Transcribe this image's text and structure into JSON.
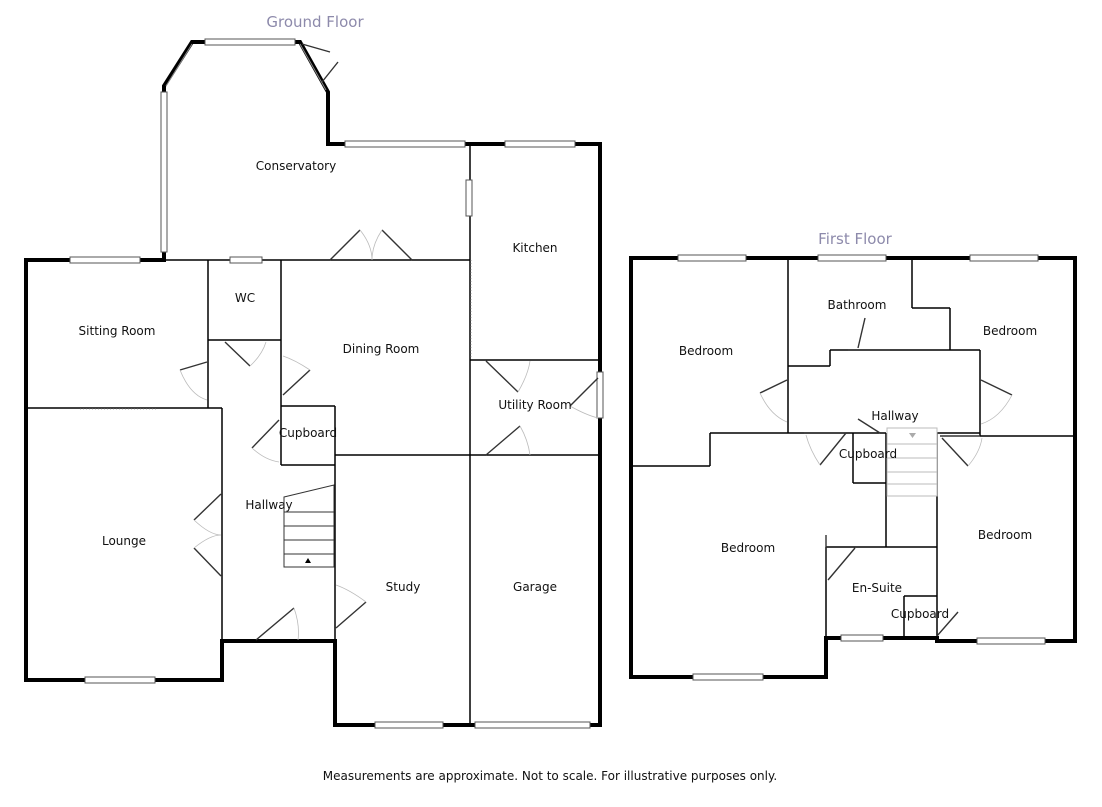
{
  "ground_floor": {
    "title": "Ground Floor",
    "rooms": {
      "conservatory": "Conservatory",
      "kitchen": "Kitchen",
      "wc": "WC",
      "sitting_room": "Sitting Room",
      "dining_room": "Dining Room",
      "utility_room": "Utility Room",
      "cupboard": "Cupboard",
      "hallway": "Hallway",
      "lounge": "Lounge",
      "study": "Study",
      "garage": "Garage"
    }
  },
  "first_floor": {
    "title": "First Floor",
    "rooms": {
      "bathroom": "Bathroom",
      "bedroom_1": "Bedroom",
      "bedroom_2": "Bedroom",
      "bedroom_3": "Bedroom",
      "bedroom_4": "Bedroom",
      "hallway": "Hallway",
      "cupboard_1": "Cupboard",
      "cupboard_2": "Cupboard",
      "en_suite": "En-Suite"
    }
  },
  "footer": {
    "note": "Measurements are approximate. Not to scale. For illustrative purposes only."
  }
}
